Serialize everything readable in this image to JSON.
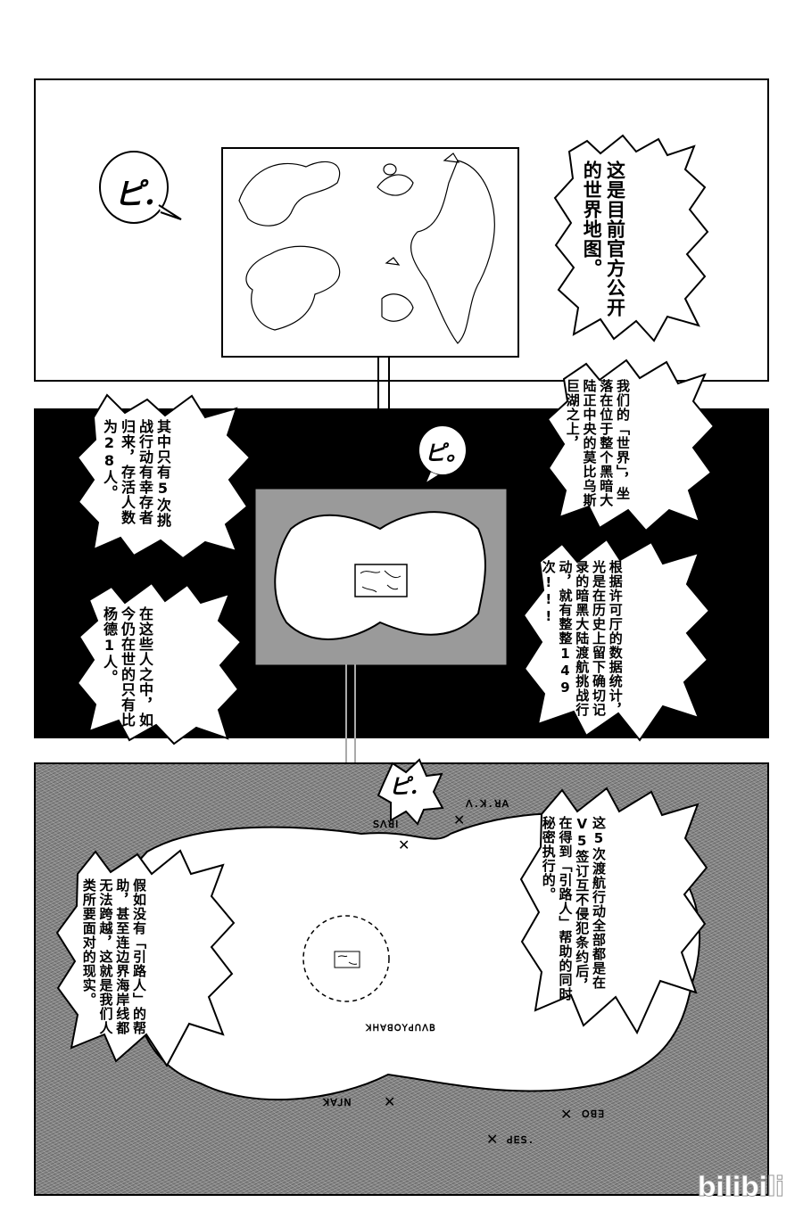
{
  "top_panel": {
    "sfx": "ピ.",
    "caption": "这是目前官方公开的世界地图。"
  },
  "middle_panel": {
    "sfx": "ピ。",
    "left_caption_1": "其中只有5次挑战行动有幸存者归来，存活人数为28人。",
    "left_caption_2": "在这些人之中，如今仍在世的只有比杨德1人。",
    "right_caption_1": "我们的「世界」，坐落在位于整个黑暗大陆正中央的莫比乌斯巨湖之上，",
    "right_caption_2": "根据许可厅的数据统计，光是在历史上留下确切记录的暗黑大陆渡航挑战行动，就有整整149次!!!"
  },
  "bottom_panel": {
    "sfx": "ピ.",
    "left_caption": "假如没有「引路人」的帮助，甚至连边界海岸线都无法跨越，这就是我们人类所要面对的现实。",
    "right_caption": "这5次渡航行动全部都是在V5签订互不侵犯条约后，在得到「引路人」帮助的同时秘密执行的。",
    "map_labels": [
      "ꓢꓥꓤꓲ",
      "ꓥ.ꓘ.ꓤꓮ",
      "ꓘꓧꓯꓭꓳꓬꓒꓵꓥꓐ",
      "ꓘꓯꓙꓠ",
      "ꓳꓭꓱ",
      "ꓒꓰꓢ."
    ],
    "marker_symbol": "✕"
  },
  "watermark": "bilibili"
}
